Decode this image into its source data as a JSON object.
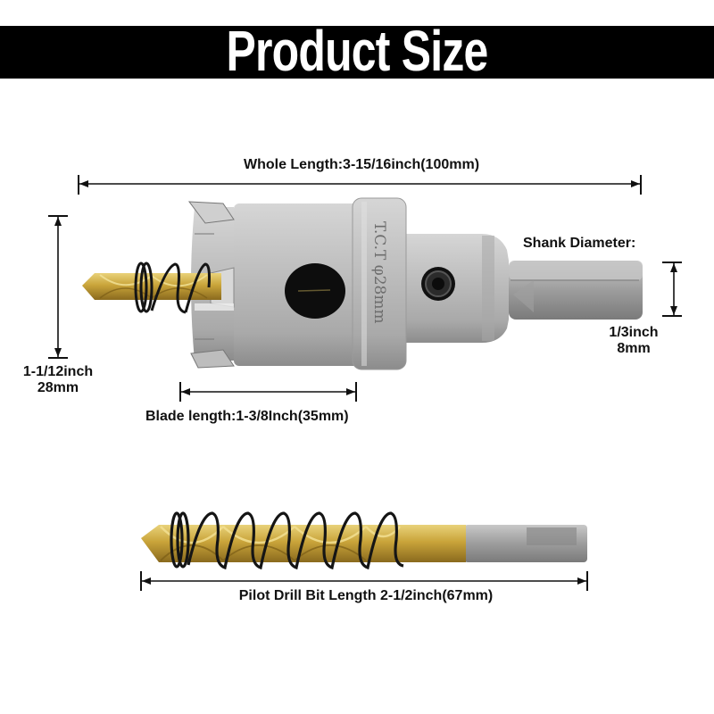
{
  "header": {
    "title": "Product Size"
  },
  "product": {
    "engraving": "T.C.T φ28mm",
    "colors": {
      "steel": "#b9b9b9",
      "steel_dark": "#8e8e8e",
      "gold": "#c9a43a",
      "spring": "#1a1a1a",
      "banner": "#000000",
      "dimension_line": "#111111"
    }
  },
  "dimensions": {
    "whole_length": "Whole Length:3-15/16inch(100mm)",
    "shank_title": "Shank Diameter:",
    "shank_inch": "1/3inch",
    "shank_mm": "8mm",
    "diameter_inch": "1-1/12inch",
    "diameter_mm": "28mm",
    "blade_length": "Blade length:1-3/8Inch(35mm)",
    "pilot_length": "Pilot Drill Bit Length 2-1/2inch(67mm)"
  }
}
